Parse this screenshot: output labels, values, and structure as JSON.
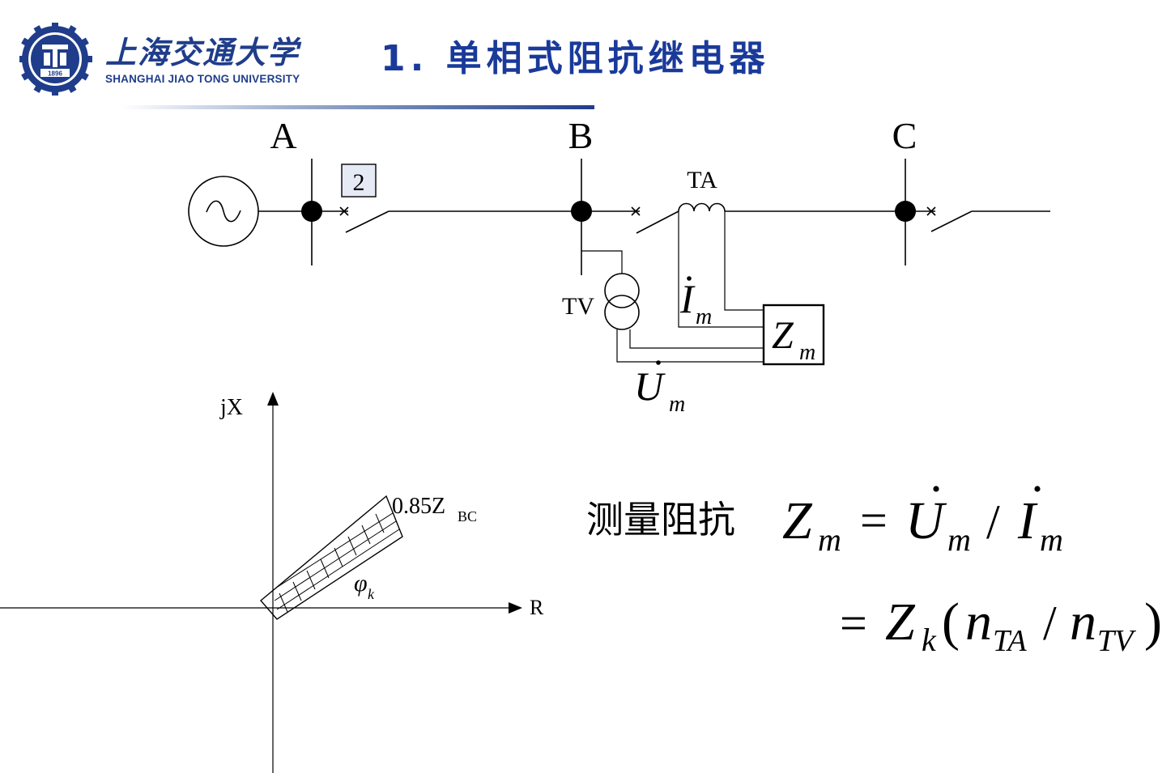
{
  "header": {
    "logo_cn": "上海交通大学",
    "logo_en": "SHANGHAI JIAO TONG UNIVERSITY",
    "logo_year": "1896",
    "title": "1. 单相式阻抗继电器"
  },
  "circuit": {
    "bus_a": "A",
    "bus_b": "B",
    "bus_c": "C",
    "breaker_box": "2",
    "ta_label": "TA",
    "tv_label": "TV",
    "relay_symbol": "Z",
    "relay_sub": "m",
    "current_symbol": "I",
    "current_sub": "m",
    "voltage_symbol": "U",
    "voltage_sub": "m"
  },
  "plane": {
    "y_axis_label": "jX",
    "x_axis_label": "R",
    "setting_main": "0.85Z",
    "setting_sub": "BC",
    "angle_symbol": "φ",
    "angle_sub": "k"
  },
  "formula": {
    "label": "测量阻抗",
    "z": "Z",
    "m": "m",
    "equals": "=",
    "u": "U",
    "slash": "/",
    "i": "I",
    "zk": "Z",
    "k": "k",
    "open_paren": "(",
    "n_ta": "n",
    "ta": "TA",
    "n_tv": "n",
    "tv": "TV",
    "close_paren": ")"
  }
}
